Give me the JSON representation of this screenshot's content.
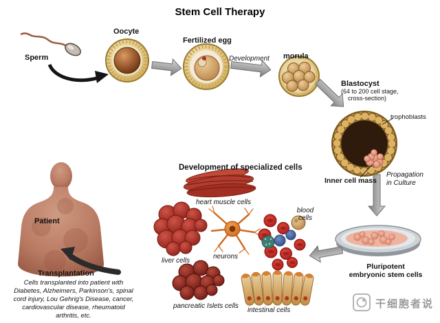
{
  "title": "Stem Cell Therapy",
  "flow": {
    "sperm": "Sperm",
    "oocyte": "Oocyte",
    "fertilized_egg": "Fertilized egg",
    "development": "Development",
    "morula": "morula",
    "blastocyst": "Blastocyst",
    "blastocyst_sub1": "(64 to 200 cell stage,",
    "blastocyst_sub2": "cross-section)",
    "trophoblasts": "trophoblasts",
    "inner_cell_mass": "Inner cell mass",
    "propagation_1": "Propagation",
    "propagation_2": "in Culture",
    "pluripotent_1": "Pluripotent",
    "pluripotent_2": "embryonic stem cells"
  },
  "specialized": {
    "heading": "Development of specialized cells",
    "heart_muscle": "heart muscle cells",
    "blood_1": "blood",
    "blood_2": "cells",
    "neurons": "neurons",
    "liver": "liver cells",
    "pancreatic": "pancreatic Islets cells",
    "intestinal": "intestinal cells"
  },
  "patient_section": {
    "patient": "Patient",
    "transplantation": "Transplantation",
    "description": "Cells transplanted into patient with Diabetes, Alzheimers, Parkinson's, spinal cord injury, Lou Gehrig's Disease, cancer, cardiovascular disease, rheumatoid arthritis, etc."
  },
  "watermark": "干细胞者说",
  "colors": {
    "cell_gold": "#d7b469",
    "cell_brown": "#7a4622",
    "tissue_red": "#a32f22",
    "stem_pink": "#eda491",
    "arrow_gray": "#a9a9a9"
  }
}
